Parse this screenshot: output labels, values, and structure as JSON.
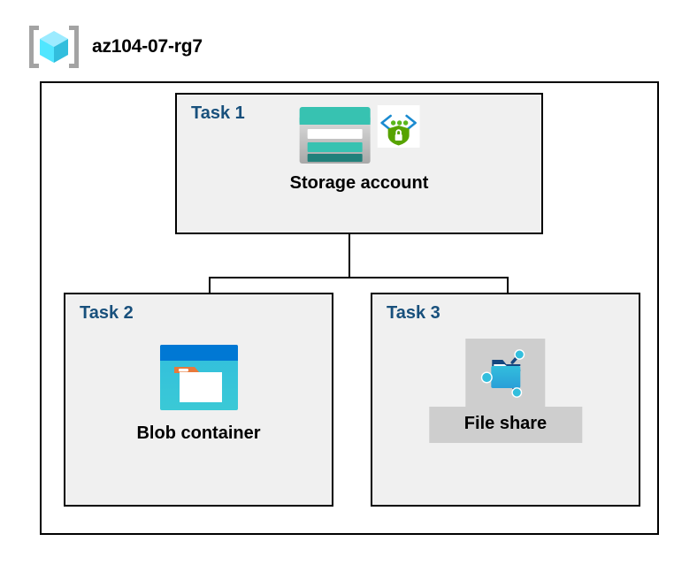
{
  "header": {
    "title": "az104-07-rg7",
    "icon": "resource-group-icon"
  },
  "tasks": [
    {
      "heading": "Task 1",
      "node": {
        "caption": "Storage account",
        "icon": "storage-account-icon",
        "badge_icon": "secured-endpoint-shield-icon"
      }
    },
    {
      "heading": "Task 2",
      "node": {
        "caption": "Blob container",
        "icon": "blob-container-icon"
      }
    },
    {
      "heading": "Task 3",
      "node": {
        "caption": "File share",
        "icon": "file-share-icon",
        "highlighted": true
      }
    }
  ],
  "connectors": {
    "description": "Storage account branches down to Blob container and File share"
  },
  "colors": {
    "task_heading": "#18507C",
    "panel_fill": "#F0F0F0",
    "highlight_fill": "#CECECE",
    "border": "#000000",
    "storage_teal": "#37C2B1",
    "storage_teal_dark": "#21807A",
    "blob_blue": "#0078D4",
    "blob_cyan": "#32BEDD",
    "folder_orange": "#E8793B",
    "shield_green": "#57A300",
    "bracket_blue": "#0078D4",
    "cube_cyan": "#50E6FF",
    "bracket_gray": "#A0A0A0"
  }
}
